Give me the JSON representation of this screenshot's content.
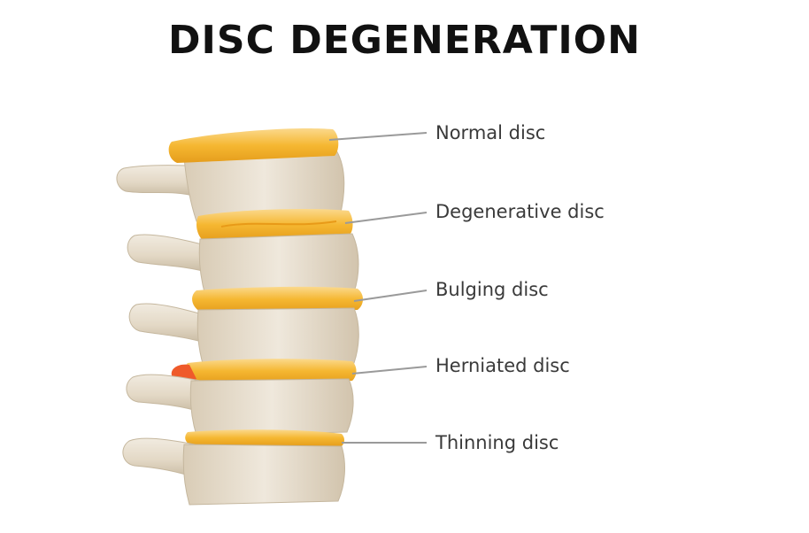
{
  "title": "DISC DEGENERATION",
  "labels": [
    "Normal disc",
    "Degenerative disc",
    "Bulging disc",
    "Herniated disc",
    "Thinning disc"
  ],
  "colors": {
    "disc": "#f5b731",
    "disc_light": "#fbd88a",
    "bone": "#e6dccb",
    "bone_shadow": "#c9bca5",
    "herniation": "#ef5a2a",
    "leader": "#9a9a9a",
    "text": "#3a3a3a"
  }
}
